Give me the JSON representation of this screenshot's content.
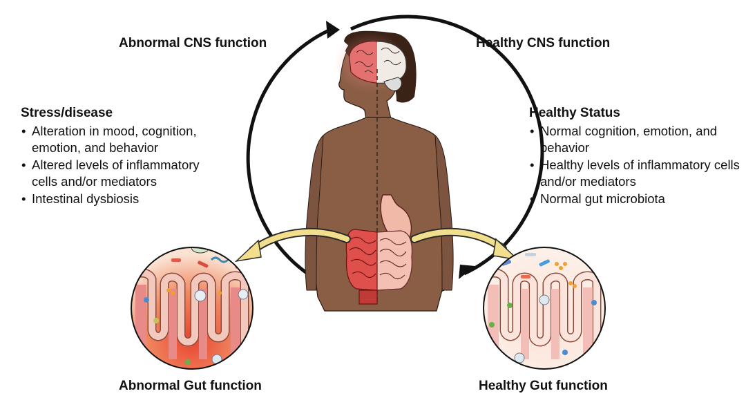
{
  "headings": {
    "abnormal_cns": "Abnormal CNS function",
    "healthy_cns": "Healthy CNS function",
    "abnormal_gut": "Abnormal Gut function",
    "healthy_gut": "Healthy Gut function"
  },
  "left_panel": {
    "title": "Stress/disease",
    "items": [
      "Alteration in mood, cognition, emotion, and behavior",
      "Altered levels of inflammatory cells and/or mediators",
      "Intestinal dysbiosis"
    ]
  },
  "right_panel": {
    "title": "Healthy Status",
    "items": [
      "Normal cognition, emotion, and behavior",
      "Healthy levels of inflammatory cells and/or mediators",
      "Normal gut microbiota"
    ]
  },
  "colors": {
    "skin": "#8a5e45",
    "hair": "#3a2216",
    "inflamed_tissue": "#e0524f",
    "healthy_tissue": "#f3c2b4",
    "arrow_yellow": "#f2df8e",
    "abnormal_gut_bg": "#f08a62",
    "healthy_gut_bg": "#fcefe6"
  },
  "icons": [
    "clockwise-cycle-arrow-icon",
    "brain-icon",
    "stomach-icon",
    "intestine-icon",
    "microbe-icon"
  ]
}
